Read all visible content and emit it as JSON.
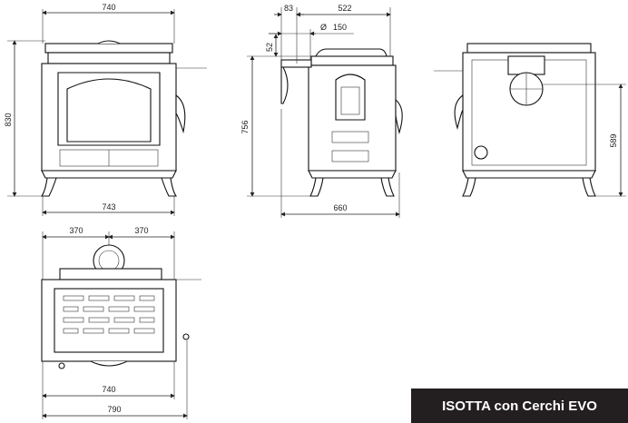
{
  "title": "ISOTTA con Cerchi EVO",
  "front_view": {
    "width_top": "740",
    "height": "830",
    "width_bottom": "743"
  },
  "side_view": {
    "flue_offset": "83",
    "depth_top": "522",
    "flue_diameter": "Ø",
    "flue_diameter_value": "150",
    "flue_height_offset": "52",
    "flue_height": "756",
    "depth_bottom": "660"
  },
  "rear_view": {
    "rear_flue_height": "589"
  },
  "top_view": {
    "half_left": "370",
    "half_right": "370",
    "width_body": "740",
    "width_total": "790"
  }
}
